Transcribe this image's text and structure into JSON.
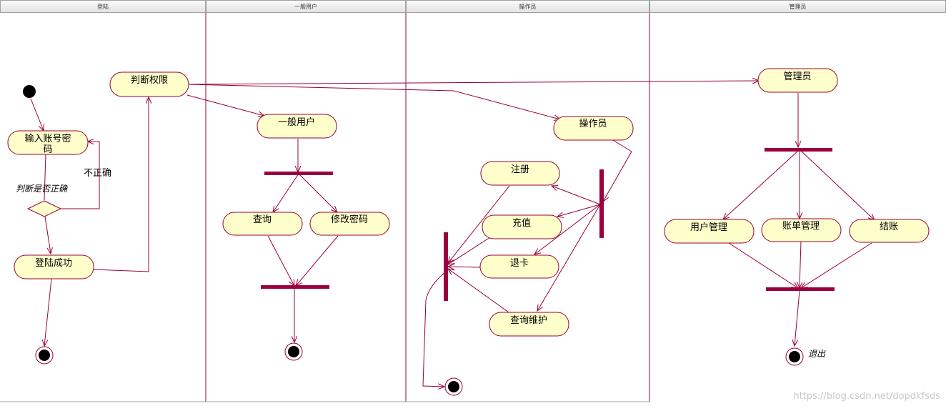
{
  "lanes": [
    "登陆",
    "一般用户",
    "操作员",
    "管理员"
  ],
  "activities": {
    "input_account": [
      "输入账号密",
      "码"
    ],
    "login_success": "登陆成功",
    "judge_permission": "判断权限",
    "general_user": "一般用户",
    "query": "查询",
    "change_password": "修改密码",
    "operator": "操作员",
    "register": "注册",
    "recharge": "充值",
    "return_card": "退卡",
    "query_maintain": "查询维护",
    "admin": "管理员",
    "user_manage": "用户管理",
    "bill_manage": "账单管理",
    "settle": "结账"
  },
  "labels": {
    "judge_correct": "判断是否正确",
    "incorrect": "不正确",
    "exit": "退出"
  },
  "watermark": "https://blog.csdn.net/dopdkfsds",
  "colors": {
    "activity_fill": "#ffffcc",
    "activity_stroke": "#990033",
    "line": "#990033",
    "bar": "#99003d",
    "node": "#000000"
  }
}
